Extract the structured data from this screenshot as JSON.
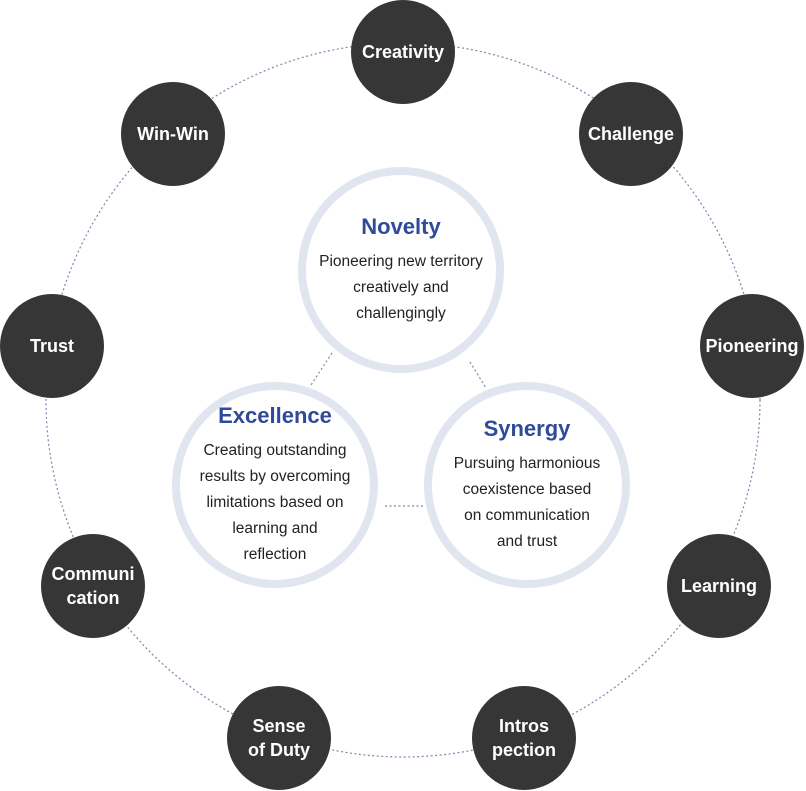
{
  "colors": {
    "outer_circle_fill": "#363636",
    "outer_text": "#ffffff",
    "core_title": "#2f4a98",
    "core_ring": "#e1e5ef",
    "connector": "#7b86ad"
  },
  "outer_values": [
    {
      "id": "creativity",
      "label": "Creativity"
    },
    {
      "id": "challenge",
      "label": "Challenge"
    },
    {
      "id": "pioneering",
      "label": "Pioneering"
    },
    {
      "id": "learning",
      "label": "Learning"
    },
    {
      "id": "introspection",
      "label": "Intros\npection"
    },
    {
      "id": "sense-of-duty",
      "label": "Sense\nof Duty"
    },
    {
      "id": "communication",
      "label": "Communi\ncation"
    },
    {
      "id": "trust",
      "label": "Trust"
    },
    {
      "id": "win-win",
      "label": "Win-Win"
    }
  ],
  "core_values": [
    {
      "id": "novelty",
      "title": "Novelty",
      "description": "Pioneering new territory\ncreatively and\nchallengingly"
    },
    {
      "id": "excellence",
      "title": "Excellence",
      "description": "Creating outstanding\nresults by overcoming\nlimitations based on\nlearning and\nreflection"
    },
    {
      "id": "synergy",
      "title": "Synergy",
      "description": "Pursuing harmonious\ncoexistence based\non communication\nand trust"
    }
  ]
}
